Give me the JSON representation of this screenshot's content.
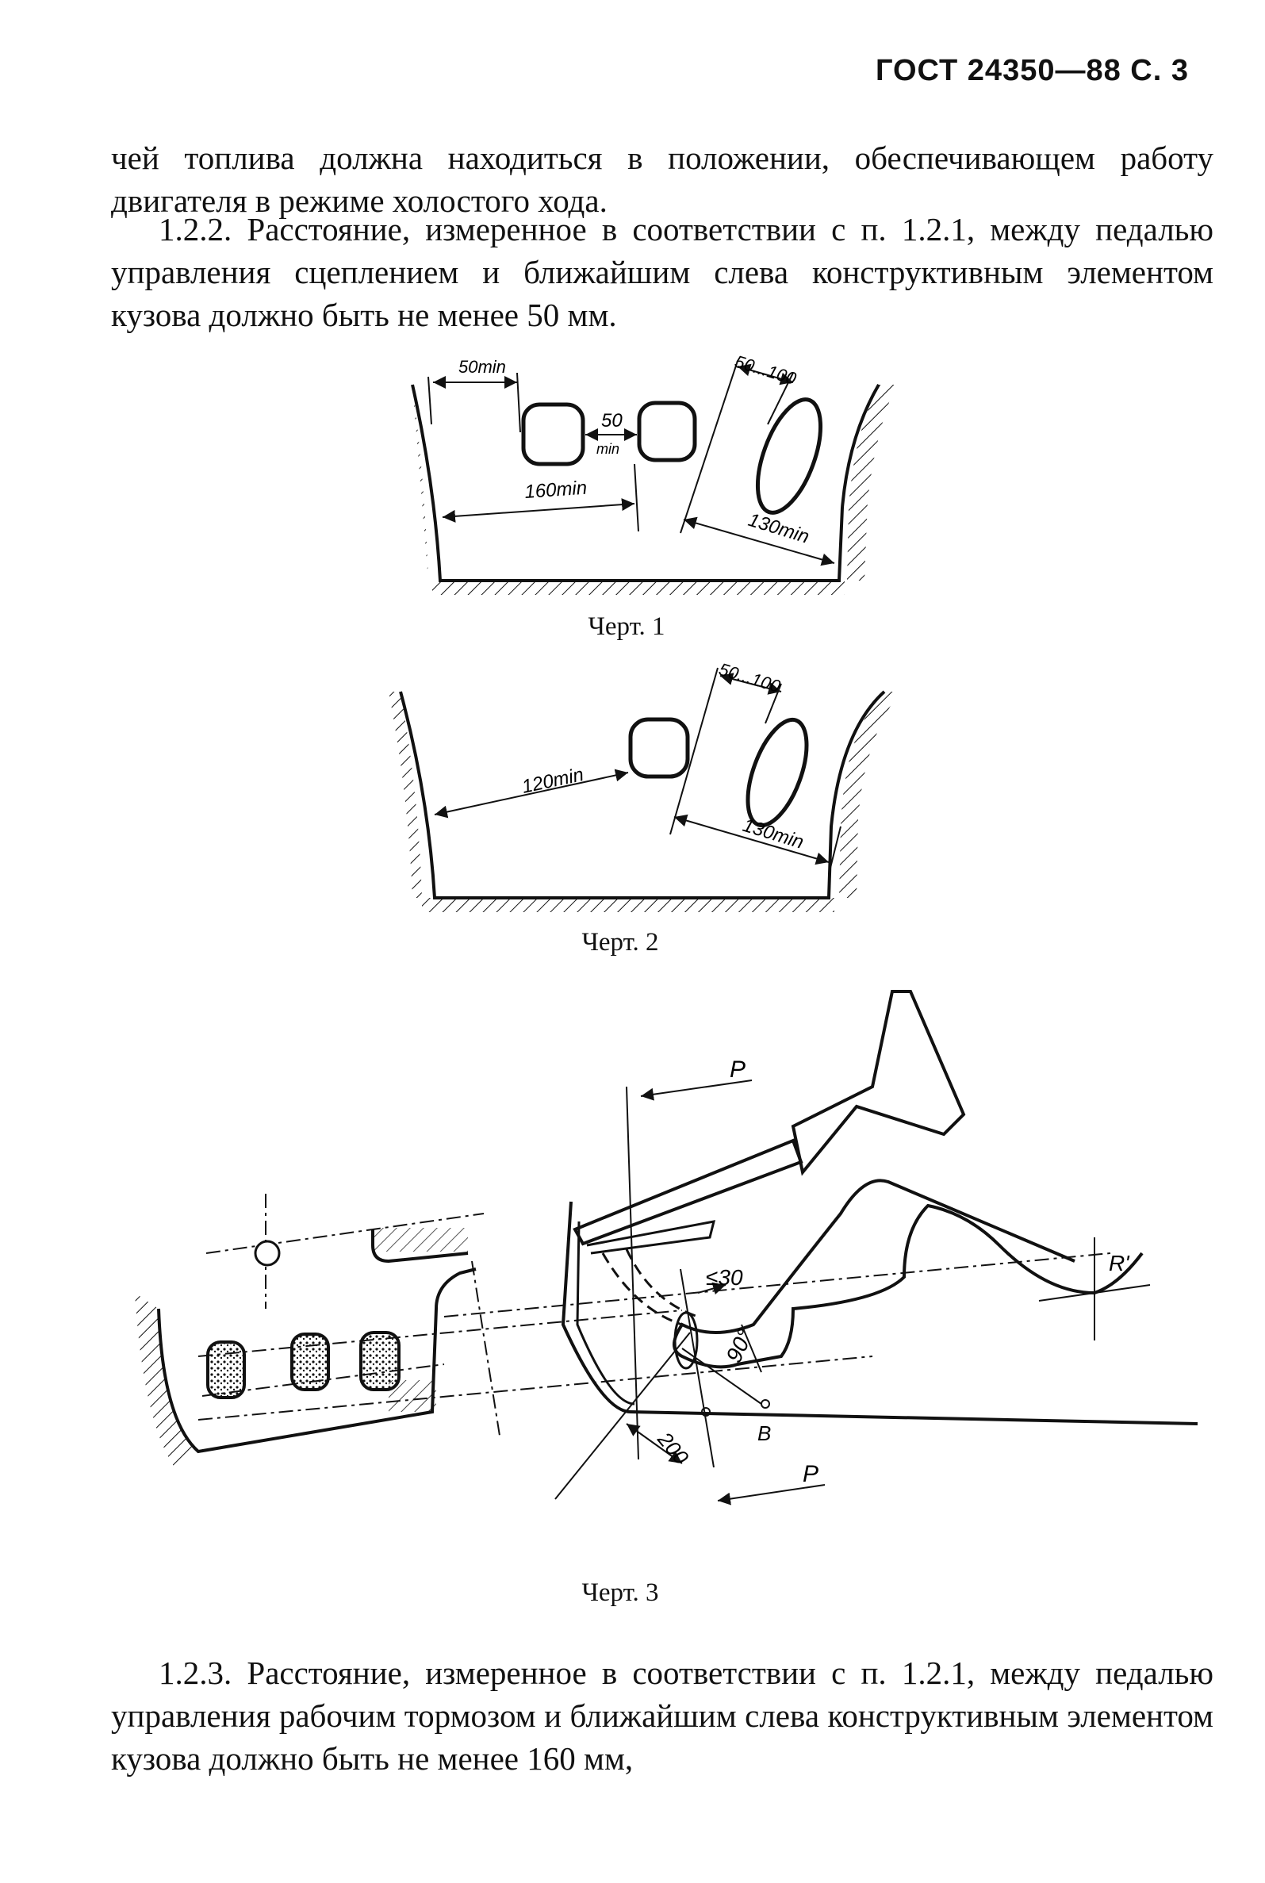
{
  "header": {
    "running_title": "ГОСТ 24350—88 С. 3"
  },
  "paragraphs": {
    "p1": "чей топлива должна находиться в положении, обеспечивающем работу двигателя в режиме холостого хода.",
    "p2": "1.2.2. Расстояние, измеренное в соответствии с п. 1.2.1, между педалью управления сцеплением и ближайшим слева конструктивным элементом кузова должно быть не менее 50 мм.",
    "p3": "1.2.3. Расстояние, измеренное в соответствии с п. 1.2.1, между педалью управления рабочим тормозом и ближайшим слева конструктивным элементом кузова должно быть не менее 160 мм,"
  },
  "figures": {
    "fig1": {
      "caption": "Черт. 1",
      "labels": {
        "left_gap": "50min",
        "between": "50",
        "between_sub": "min",
        "to_brake": "160min",
        "accel": "130min",
        "accel_width": "50...100"
      }
    },
    "fig2": {
      "caption": "Черт. 2",
      "labels": {
        "to_brake": "120min",
        "accel": "130min",
        "accel_width": "50...100"
      }
    },
    "fig3": {
      "caption": "Черт. 3",
      "labels": {
        "force_top": "P",
        "force_bottom": "P",
        "travel": "≤30",
        "angle": "90°",
        "dist": "200",
        "point_b": "B",
        "point_r": "R'"
      }
    }
  }
}
